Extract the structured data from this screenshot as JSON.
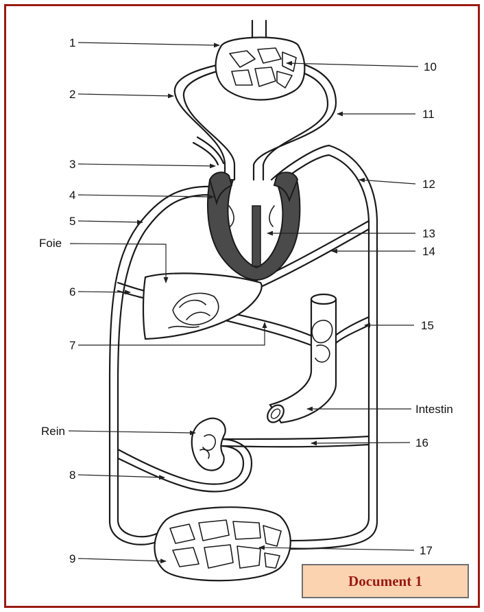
{
  "diagram": {
    "number_labels": [
      "1",
      "2",
      "3",
      "4",
      "5",
      "6",
      "7",
      "8",
      "9",
      "10",
      "11",
      "12",
      "13",
      "14",
      "15",
      "16",
      "17"
    ],
    "organ_labels": {
      "liver": "Foie",
      "intestine": "Intestin",
      "kidney": "Rein"
    }
  },
  "document_label": "Document 1",
  "colors": {
    "frame": "#9a1a12",
    "badge_bg": "#fbd3b1",
    "heart_wall": "#4a4a4a"
  }
}
